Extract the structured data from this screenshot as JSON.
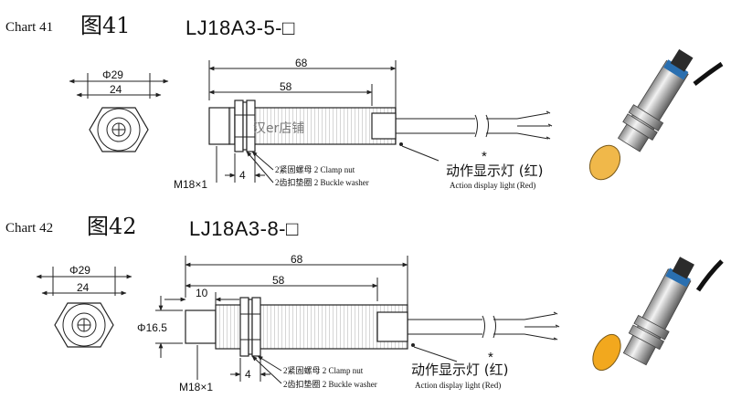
{
  "charts": [
    {
      "chart_label": "Chart 41",
      "cn_fig_label": "图41",
      "model": "LJ18A3-5-□",
      "dims": {
        "outer_dia": "Φ29",
        "inner_dia": "24",
        "total_length": "68",
        "body_length": "58",
        "thread": "M18×1",
        "nut_width": "4"
      },
      "parts": {
        "clamp_nut": "2紧固螺母 2 Clamp nut",
        "buckle_washer": "2齿扣垫圈 2 Buckle washer"
      },
      "indicator": {
        "star": "*",
        "cn": "动作显示灯 (红)",
        "en": "Action display light (Red)"
      },
      "watermark": "汉er店铺",
      "photo_tip_color": "#f0b84a"
    },
    {
      "chart_label": "Chart 42",
      "cn_fig_label": "图42",
      "model": "LJ18A3-8-□",
      "dims": {
        "outer_dia": "Φ29",
        "inner_dia": "24",
        "total_length": "68",
        "body_length": "58",
        "head_length": "10",
        "head_dia": "Φ16.5",
        "thread": "M18×1",
        "nut_width": "4"
      },
      "parts": {
        "clamp_nut": "2紧固螺母 2 Clamp nut",
        "buckle_washer": "2齿扣垫圈 2 Buckle washer"
      },
      "indicator": {
        "star": "*",
        "cn": "动作显示灯 (红)",
        "en": "Action display light (Red)"
      },
      "photo_tip_color": "#f2a81e"
    }
  ]
}
